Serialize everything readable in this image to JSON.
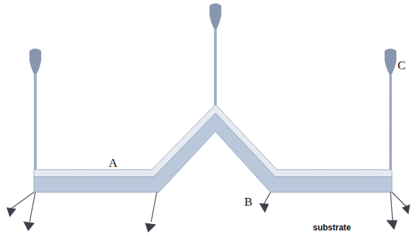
{
  "diagram": {
    "labels": [
      "A",
      "B",
      "C",
      "substrate"
    ]
  }
}
